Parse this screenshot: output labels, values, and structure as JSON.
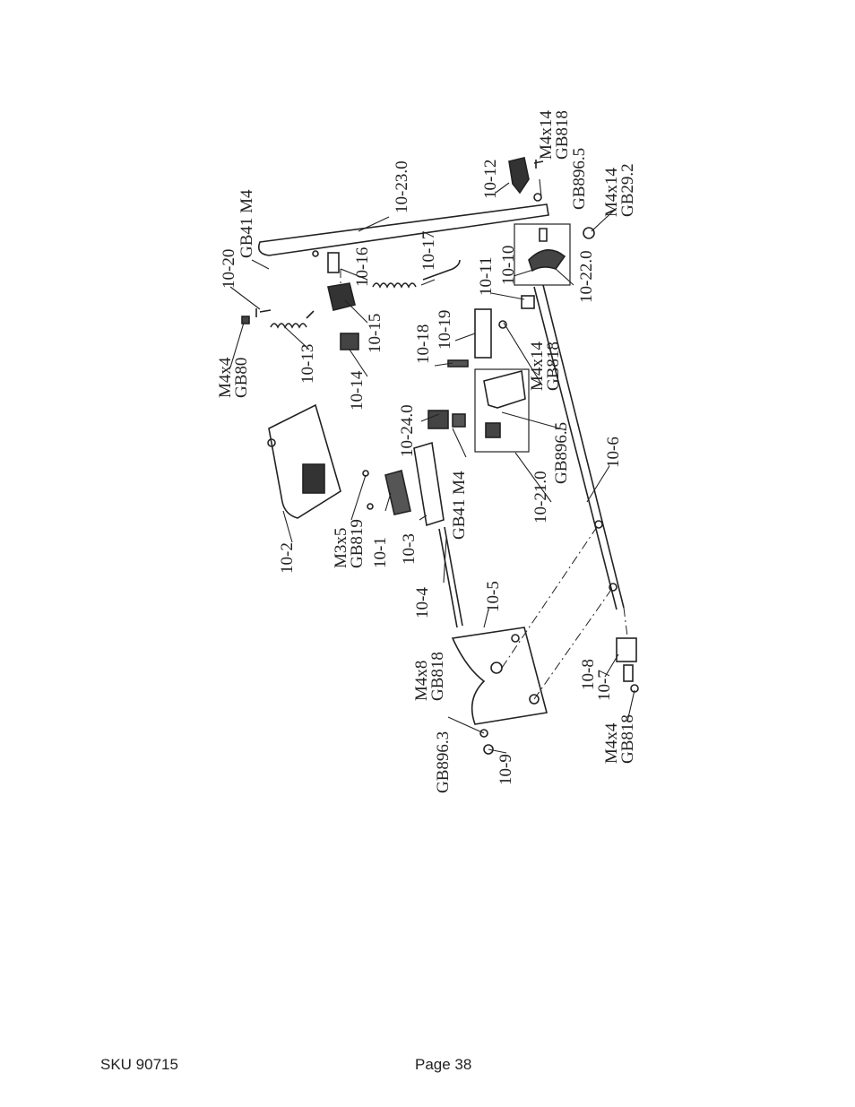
{
  "labels": {
    "l10_23": "10-23.0",
    "l10_12": "10-12",
    "m4x14_gb818_a": "M4x14",
    "gb818_a": "GB818",
    "gb896_5_a": "GB896.5",
    "m4x14_b": "M4x14",
    "gb29_2": "GB29.2",
    "gb41_m4_a": "GB41 M4",
    "l10_20": "10-20",
    "l10_16": "10-16",
    "l10_17": "10-17",
    "l10_11": "10-11",
    "l10_10": "10-10",
    "l10_22": "10-22.0",
    "m4x4_a": "M4x4",
    "gb80": "GB80",
    "l10_13": "10-13",
    "l10_15": "10-15",
    "l10_14": "10-14",
    "l10_18": "10-18",
    "l10_19": "10-19",
    "m4x14_c": "M4x14",
    "gb818_c": "GB818",
    "gb896_5_b": "GB896.5",
    "l10_24": "10-24.0",
    "gb41_m4_b": "GB41 M4",
    "l10_21": "10-21.0",
    "l10_6": "10-6",
    "l10_2": "10-2",
    "m3x5": "M3x5",
    "gb819": "GB819",
    "l10_1": "10-1",
    "l10_3": "10-3",
    "l10_4": "10-4",
    "l10_5": "10-5",
    "m4x8": "M4x8",
    "gb818_d": "GB818",
    "gb896_3": "GB896.3",
    "l10_9": "10-9",
    "l10_8": "10-8",
    "l10_7": "10-7",
    "m4x4_b": "M4x4",
    "gb818_e": "GB818"
  },
  "footer": {
    "sku": "SKU 90715",
    "page": "Page 38"
  }
}
